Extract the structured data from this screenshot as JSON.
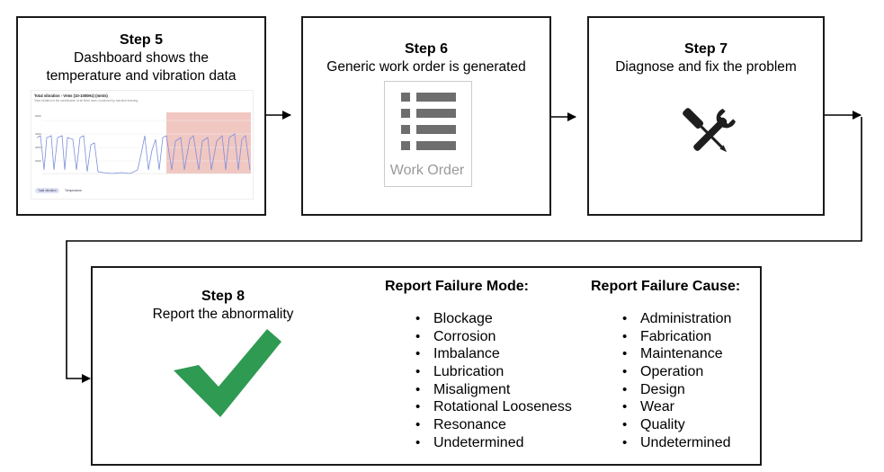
{
  "steps": {
    "step5": {
      "title": "Step 5",
      "line1": "Dashboard shows the",
      "line2": "temperature and vibration data"
    },
    "step6": {
      "title": "Step 6",
      "desc": "Generic work order is generated"
    },
    "step7": {
      "title": "Step 7",
      "desc": "Diagnose and fix the problem"
    },
    "step8": {
      "title": "Step 8",
      "desc": "Report the abnormality"
    }
  },
  "dashboard": {
    "chart_title": "Total vibration - Vrms (10-1000Hz) (mm/s)",
    "chart_subtitle": "Total vibration is the combination of all three axes, monitored by machine learning",
    "legend": [
      "Total vibration",
      "Temperature"
    ]
  },
  "work_order": {
    "label": "Work Order",
    "icon": "work-order-list-icon"
  },
  "tools_icon": "wrench-screwdriver-icon",
  "check_icon": "checkmark-icon",
  "check_color": "#2e9a52",
  "failure_mode": {
    "heading": "Report Failure Mode:",
    "items": [
      "Blockage",
      "Corrosion",
      "Imbalance",
      "Lubrication",
      "Misaligment",
      "Rotational Looseness",
      "Resonance",
      "Undetermined"
    ]
  },
  "failure_cause": {
    "heading": "Report Failure Cause:",
    "items": [
      "Administration",
      "Fabrication",
      "Maintenance",
      "Operation",
      "Design",
      "Wear",
      "Quality",
      "Undetermined"
    ]
  }
}
